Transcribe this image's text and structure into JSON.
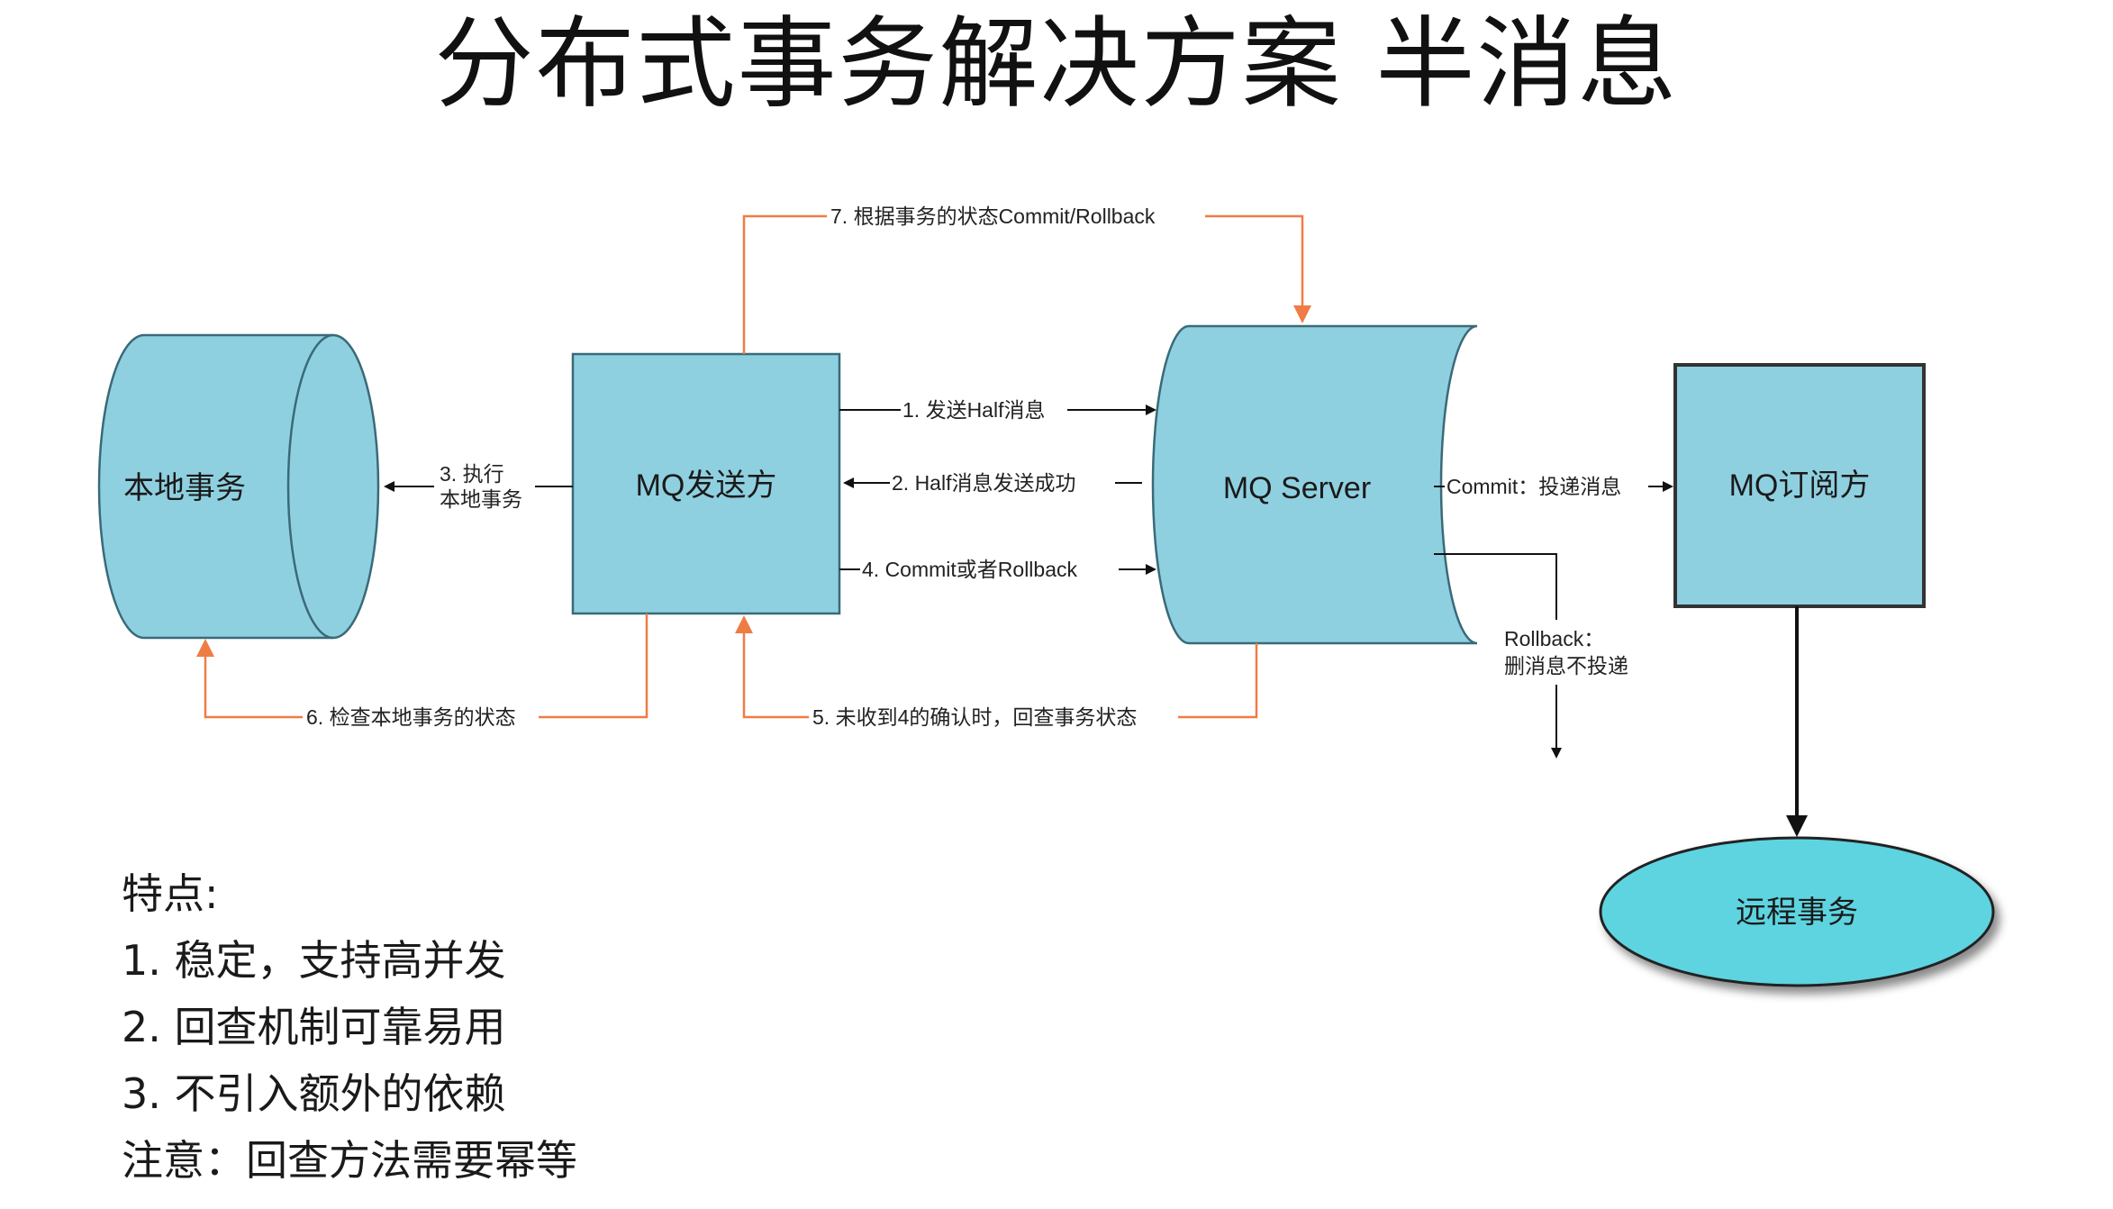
{
  "title": "分布式事务解决方案 半消息",
  "nodes": {
    "local_tx": "本地事务",
    "mq_sender": "MQ发送方",
    "mq_server": "MQ Server",
    "mq_subscriber": "MQ订阅方",
    "remote_tx": "远程事务"
  },
  "edges": {
    "step1": "1. 发送Half消息",
    "step2": "2. Half消息发送成功",
    "step3_line1": "3. 执行",
    "step3_line2": "本地事务",
    "step4": "4. Commit或者Rollback",
    "step5": "5. 未收到4的确认时，回查事务状态",
    "step6": "6. 检查本地事务的状态",
    "step7": "7. 根据事务的状态Commit/Rollback",
    "commit": "Commit：投递消息",
    "rollback_line1": "Rollback：",
    "rollback_line2": "删消息不投递"
  },
  "notes": {
    "heading": "特点:",
    "items": [
      "1.  稳定，支持高并发",
      "2.  回查机制可靠易用",
      "3.  不引入额外的依赖"
    ],
    "caution": "注意：回查方法需要幂等"
  },
  "colors": {
    "node_fill": "#8fd0e0",
    "remote_fill": "#5dd4e0",
    "stroke_dark": "#222222",
    "stroke_node": "#3a6a78",
    "orange": "#ef7c45",
    "black": "#111111"
  }
}
